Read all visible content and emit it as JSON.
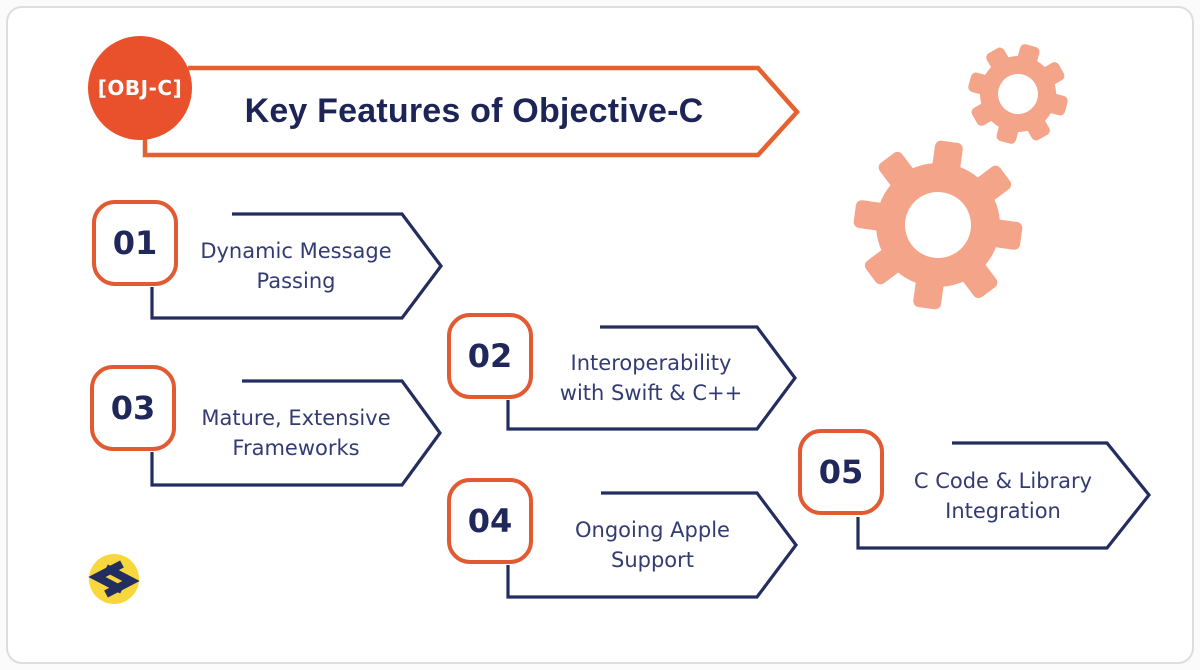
{
  "header": {
    "logo_label": "[OBJ-C]",
    "title": "Key Features of Objective-C"
  },
  "items": [
    {
      "number": "01",
      "label": "Dynamic Message Passing",
      "lines": [
        "Dynamic Message",
        "Passing"
      ]
    },
    {
      "number": "02",
      "label": "Interoperability with Swift & C++",
      "lines": [
        "Interoperability",
        "with Swift & C++"
      ]
    },
    {
      "number": "03",
      "label": "Mature, Extensive Frameworks",
      "lines": [
        "Mature, Extensive",
        "Frameworks"
      ]
    },
    {
      "number": "04",
      "label": "Ongoing Apple Support",
      "lines": [
        "Ongoing Apple",
        "Support"
      ]
    },
    {
      "number": "05",
      "label": "C Code & Library Integration",
      "lines": [
        "C Code & Library",
        "Integration"
      ]
    }
  ],
  "icons": {
    "gears": "gear-icon",
    "logo": "code-brackets-icon"
  },
  "colors": {
    "orange": "#E8512B",
    "orange_border": "#E25A32",
    "banner_border": "#E5612F",
    "navy_outline": "#242D5F",
    "navy_text": "#333B73",
    "title_navy": "#1D2557",
    "number_navy": "#20275A",
    "salmon": "#F4A489",
    "yellow": "#F8D73E",
    "card_border": "#DEDEDD",
    "background": "#FFFFFF"
  }
}
